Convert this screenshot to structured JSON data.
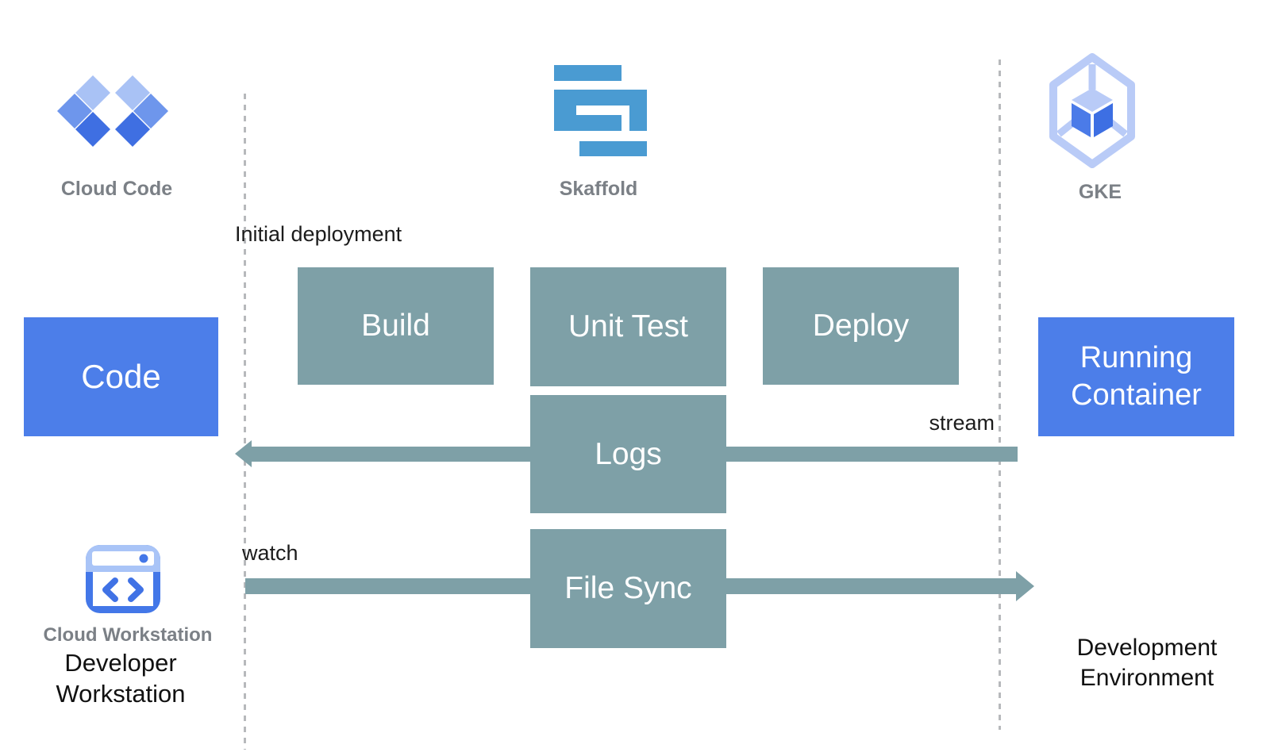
{
  "icons": {
    "cloud_code": {
      "label": "Cloud Code",
      "name": "cloud-code-icon"
    },
    "skaffold": {
      "label": "Skaffold",
      "name": "skaffold-icon"
    },
    "gke": {
      "label": "GKE",
      "name": "gke-icon"
    },
    "cloud_workstation": {
      "label": "Cloud Workstation",
      "name": "cloud-workstation-icon"
    }
  },
  "nodes": {
    "code": "Code",
    "build": "Build",
    "unit_test": "Unit Test",
    "deploy": "Deploy",
    "logs": "Logs",
    "file_sync": "File Sync",
    "running_container": "Running Container"
  },
  "flows": {
    "initial_deployment": "Initial deployment",
    "logs_stream": "stream",
    "file_sync_watch": "watch"
  },
  "zones": {
    "developer_workstation": "Developer Workstation",
    "development_environment": "Development Environment"
  },
  "colors": {
    "process_box": "#7EA0A7",
    "endpoint_box": "#4C7EE9",
    "arrow": "#7EA0A7",
    "skaffold_blue": "#4A9BD2",
    "diamond_light": "#A9C2F5",
    "diamond_medium": "#6E96EC",
    "diamond_dark": "#3F6FE2",
    "gke_light": "#B9CBF7",
    "gke_face_left": "#4B7BE8",
    "gke_face_right": "#3D6FE3",
    "workstation_blue": "#4377E8",
    "workstation_light": "#A9C4F7",
    "label_gray": "#7B8086",
    "text_black": "#1C1C1C",
    "dashed_line": "#B7B9BC",
    "box_text": "#FFFFFF",
    "background": "#FFFFFF"
  }
}
